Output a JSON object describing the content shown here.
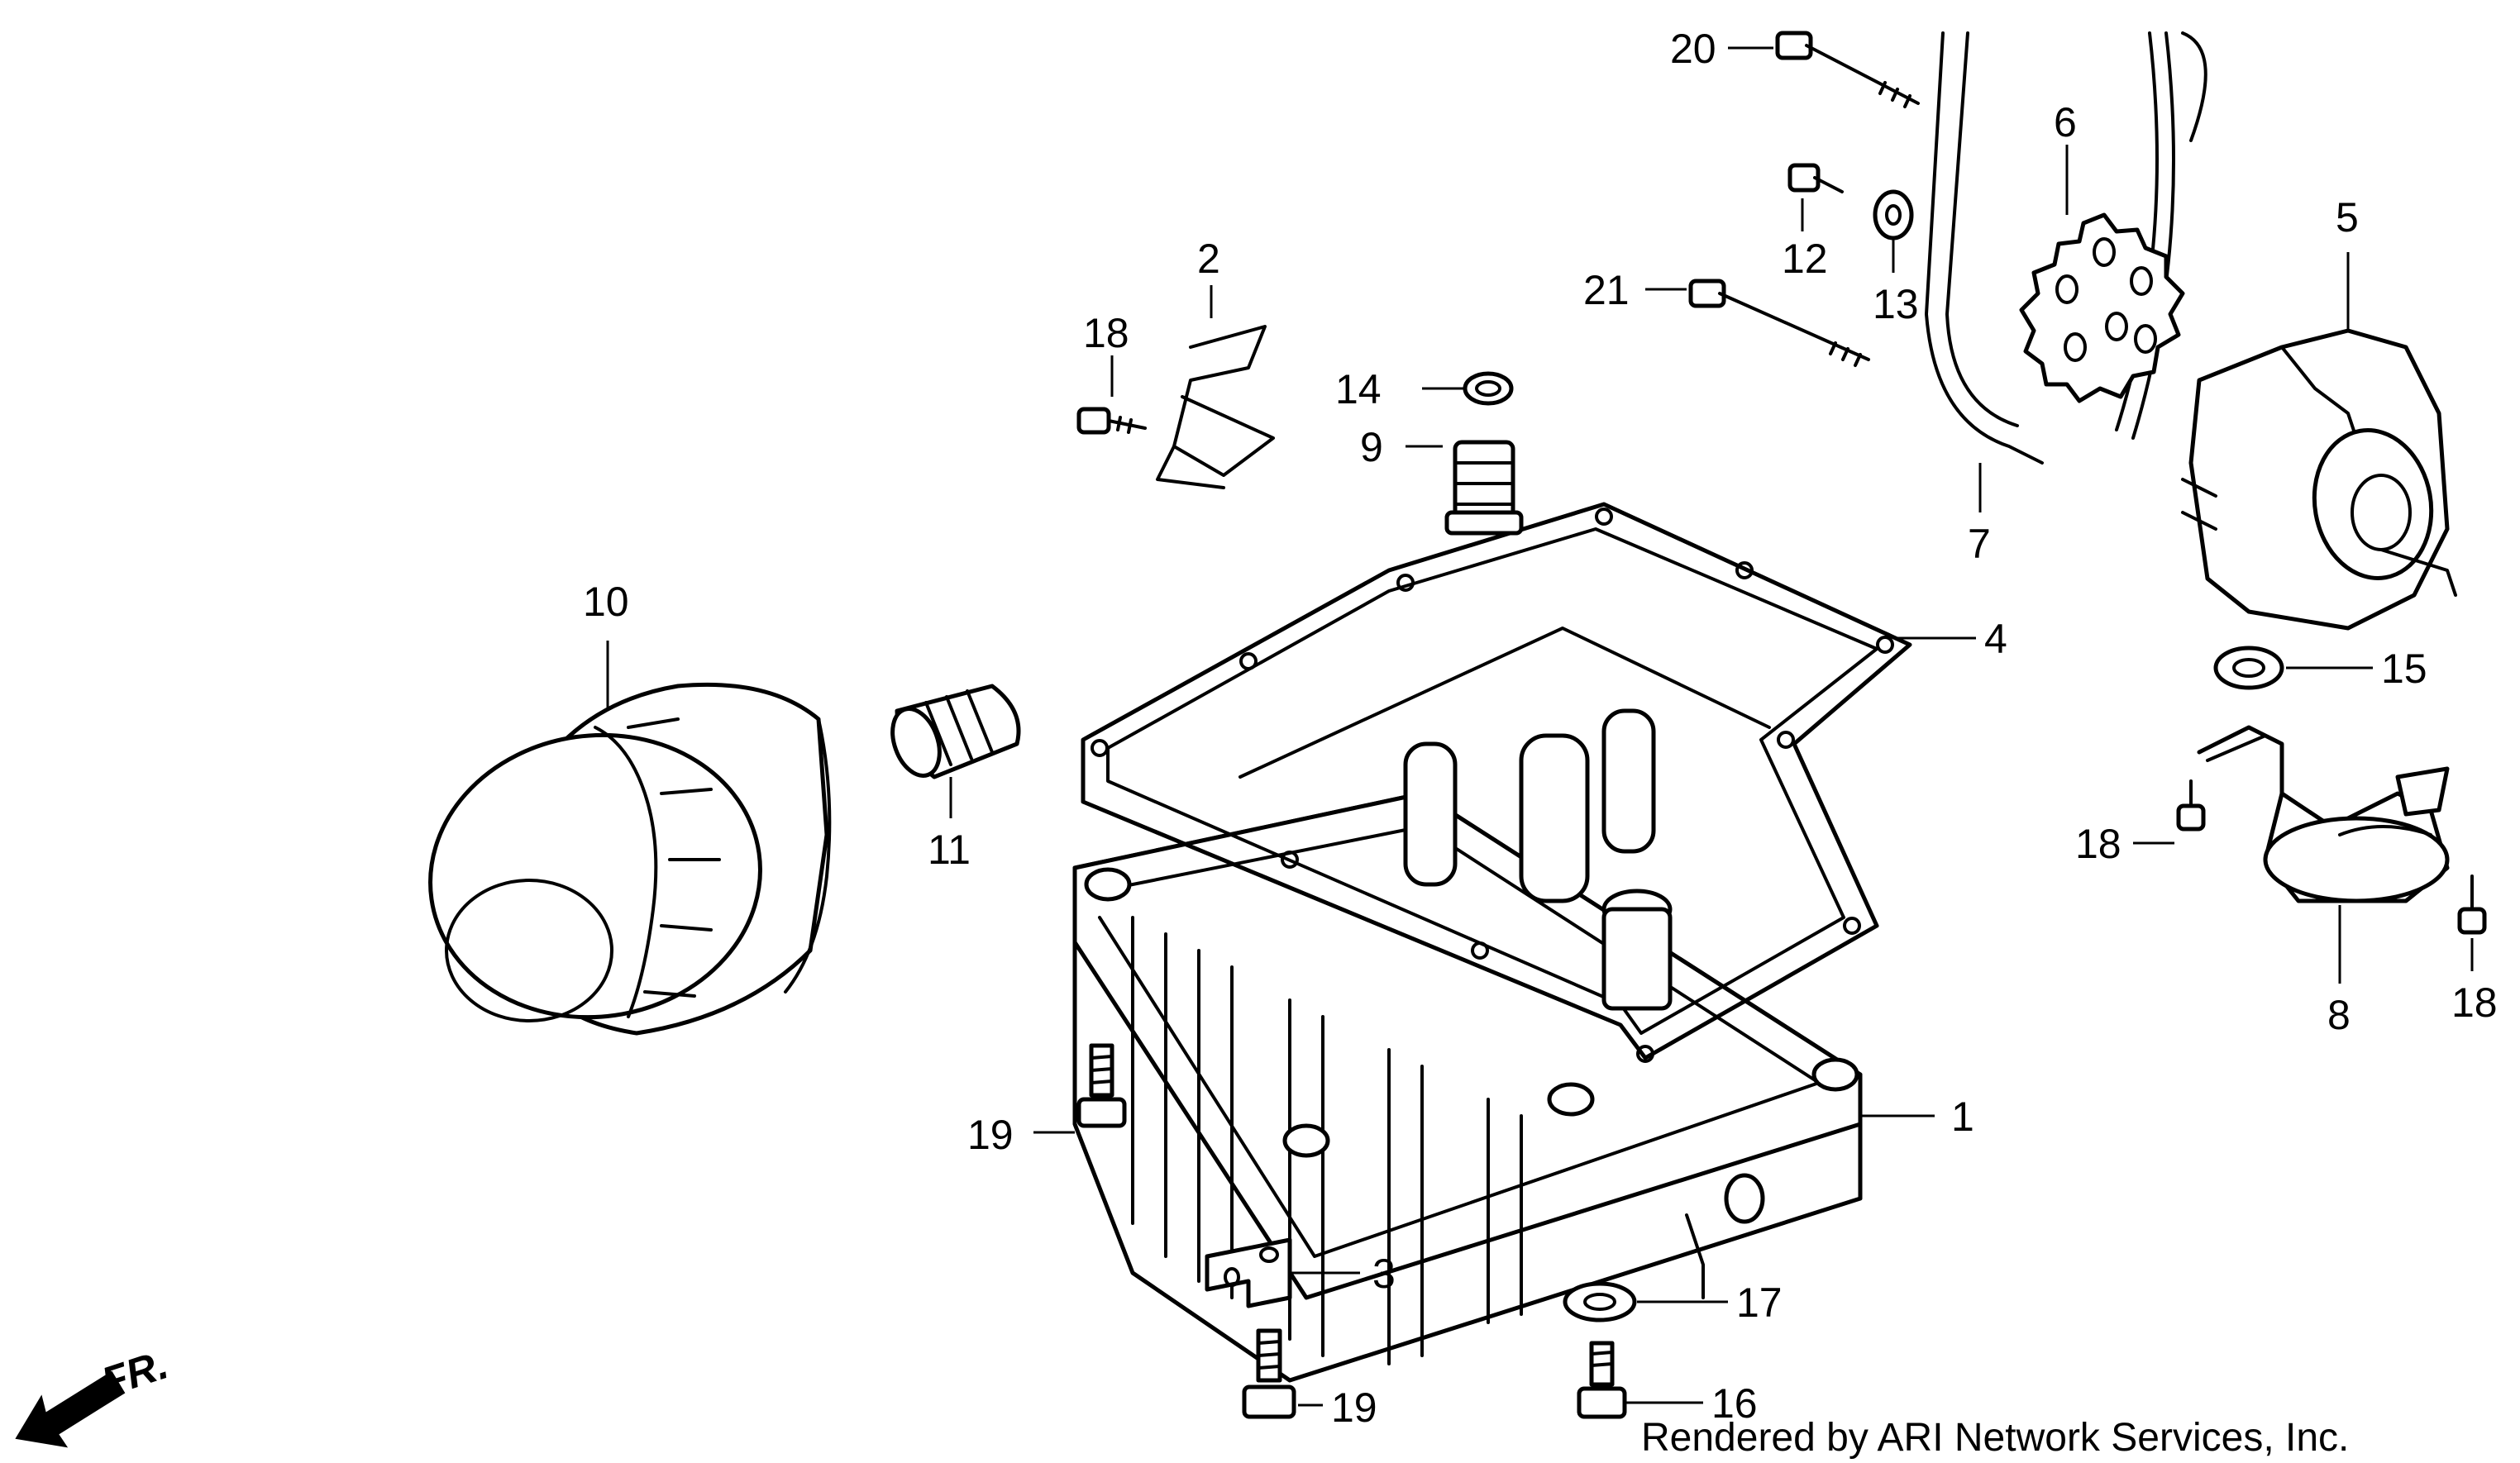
{
  "callouts": {
    "c1": "1",
    "c2": "2",
    "c3": "3",
    "c4": "4",
    "c5": "5",
    "c6": "6",
    "c7": "7",
    "c8": "8",
    "c9": "9",
    "c10": "10",
    "c11": "11",
    "c12": "12",
    "c13": "13",
    "c14": "14",
    "c15": "15",
    "c16": "16",
    "c17": "17",
    "c18a": "18",
    "c18b": "18",
    "c18c": "18",
    "c19a": "19",
    "c19b": "19",
    "c20": "20",
    "c21": "21"
  },
  "front_indicator": "FR.",
  "credit": "Rendered by ARI Network Services, Inc."
}
